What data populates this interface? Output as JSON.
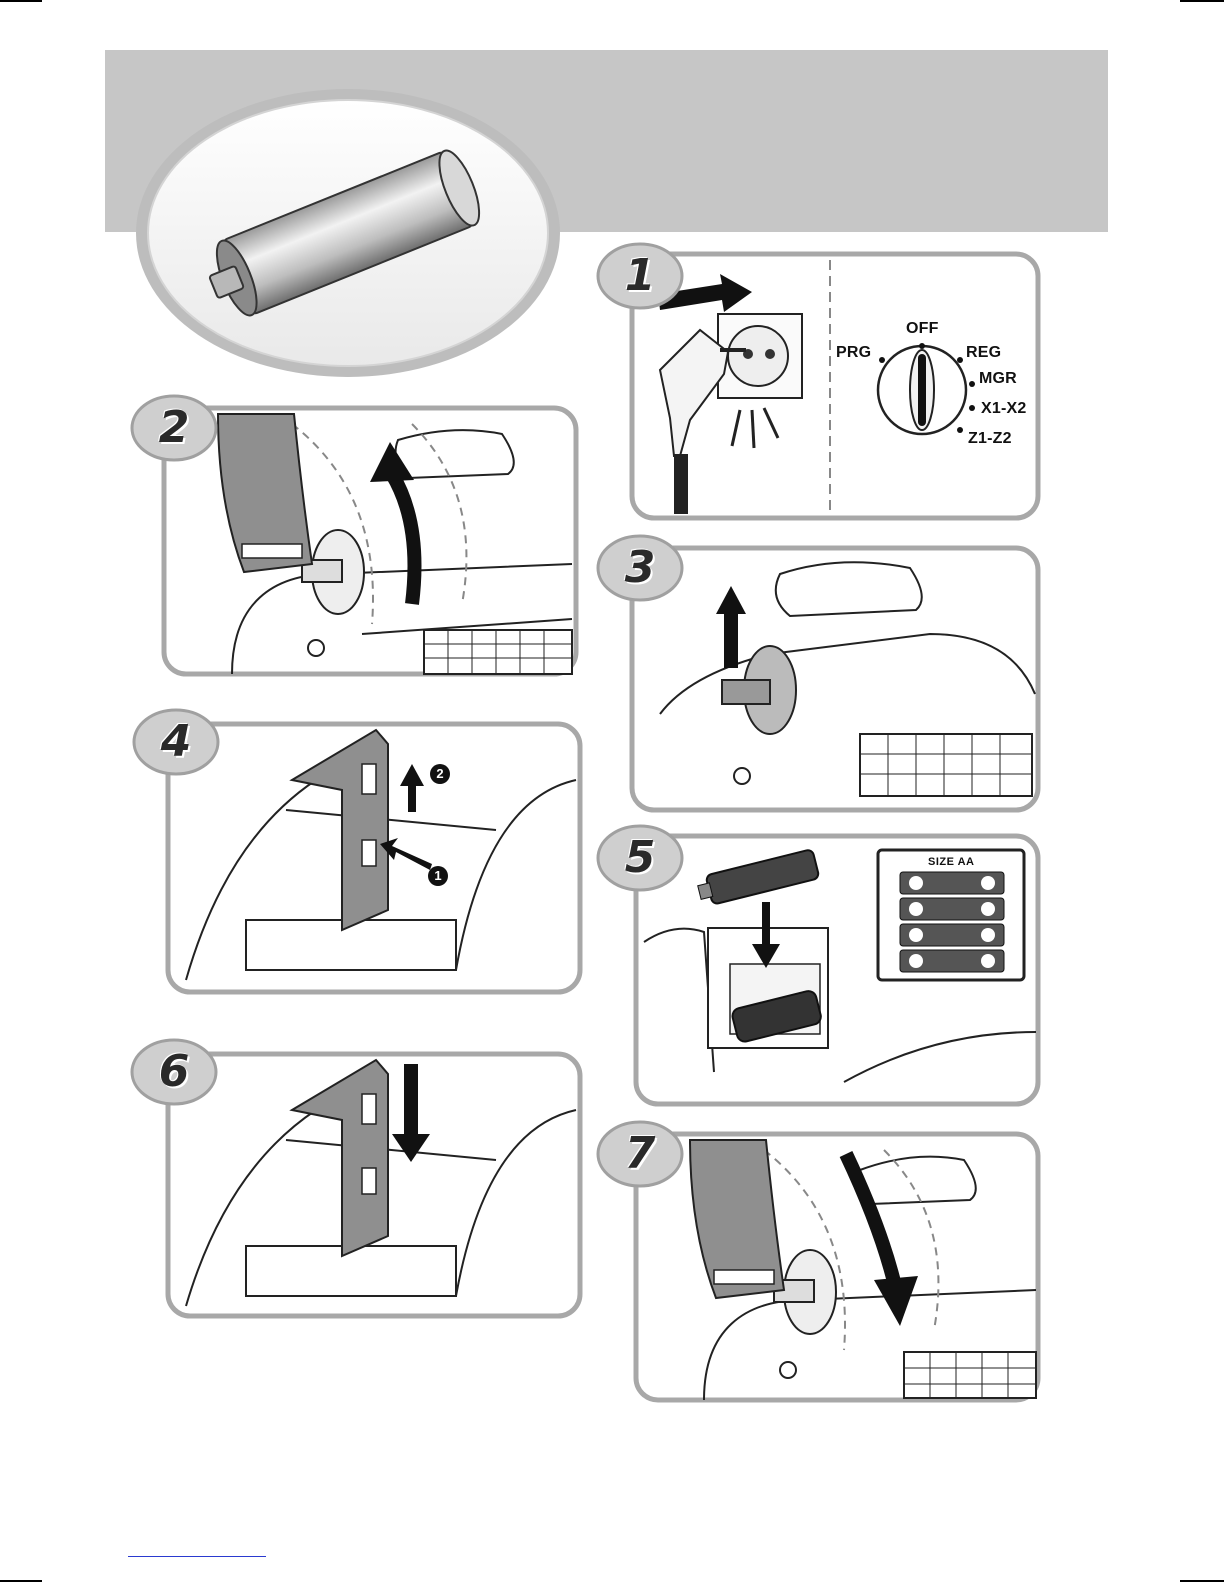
{
  "steps": [
    {
      "number": "1"
    },
    {
      "number": "2"
    },
    {
      "number": "3"
    },
    {
      "number": "4"
    },
    {
      "number": "5"
    },
    {
      "number": "6"
    },
    {
      "number": "7"
    }
  ],
  "mode_switch": {
    "positions": [
      "OFF",
      "REG",
      "MGR",
      "X1-X2",
      "Z1-Z2",
      "PRG"
    ]
  },
  "battery_diagram": {
    "title": "SIZE AA"
  },
  "step4_marks": [
    "1",
    "2"
  ],
  "colors": {
    "header_band": "#c6c6c6",
    "panel_border": "#b0b0b0",
    "panel_fill": "#ffffff",
    "cover_gray": "#8f8f8f",
    "ink": "#111111"
  },
  "icons": [
    "battery-icon",
    "power-plug-icon",
    "mode-key-icon",
    "arrow-icon"
  ]
}
